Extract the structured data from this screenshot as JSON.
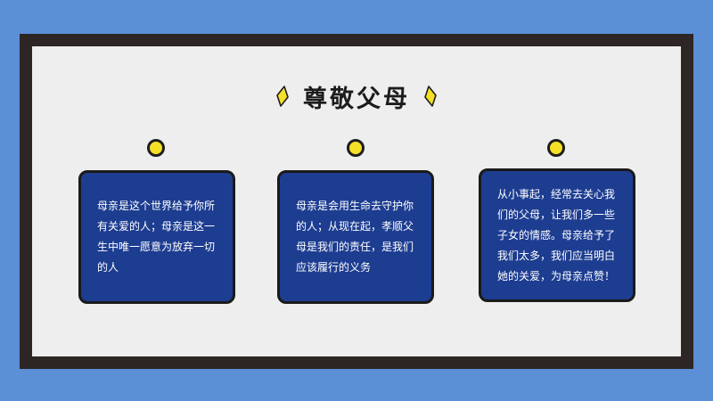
{
  "slide": {
    "title": "尊敬父母",
    "accent_color": "#f5e028",
    "card_color": "#1d3d91",
    "frame_color": "#2d2625",
    "background_color": "#5b8fd6",
    "cards": [
      {
        "text": "母亲是这个世界给予你所有关爱的人；母亲是这一生中唯一愿意为放弃一切的人"
      },
      {
        "text": "母亲是会用生命去守护你的人；从现在起，孝顺父母是我们的责任，是我们应该履行的义务"
      },
      {
        "text": "从小事起，经常去关心我们的父母，让我们多一些子女的情感。母亲给予了我们太多，我们应当明白她的关爱，为母亲点赞！"
      }
    ]
  }
}
